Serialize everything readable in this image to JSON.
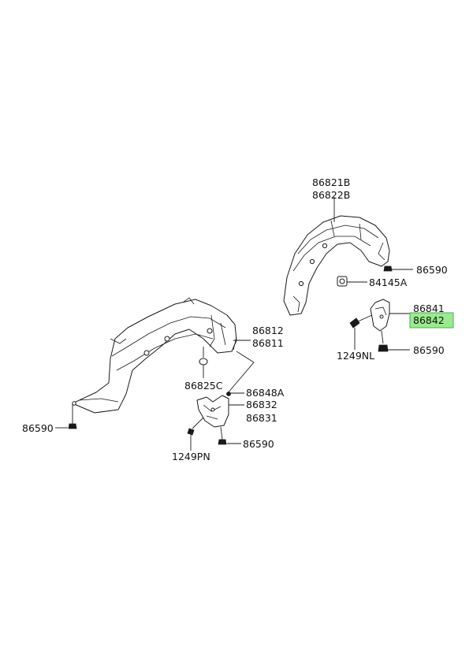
{
  "highlight_color": "#9bea8f",
  "labels": {
    "p86821B": "86821B",
    "p86822B": "86822B",
    "p86590_rear_top": "86590",
    "p84145A": "84145A",
    "p86841": "86841",
    "p86842": "86842",
    "p1249NL": "1249NL",
    "p86590_rear_bottom": "86590",
    "p86812": "86812",
    "p86811": "86811",
    "p86825C": "86825C",
    "p86848A": "86848A",
    "p86832": "86832",
    "p86831": "86831",
    "p86590_front_left": "86590",
    "p86590_front_bottom": "86590",
    "p1249PN": "1249PN"
  }
}
